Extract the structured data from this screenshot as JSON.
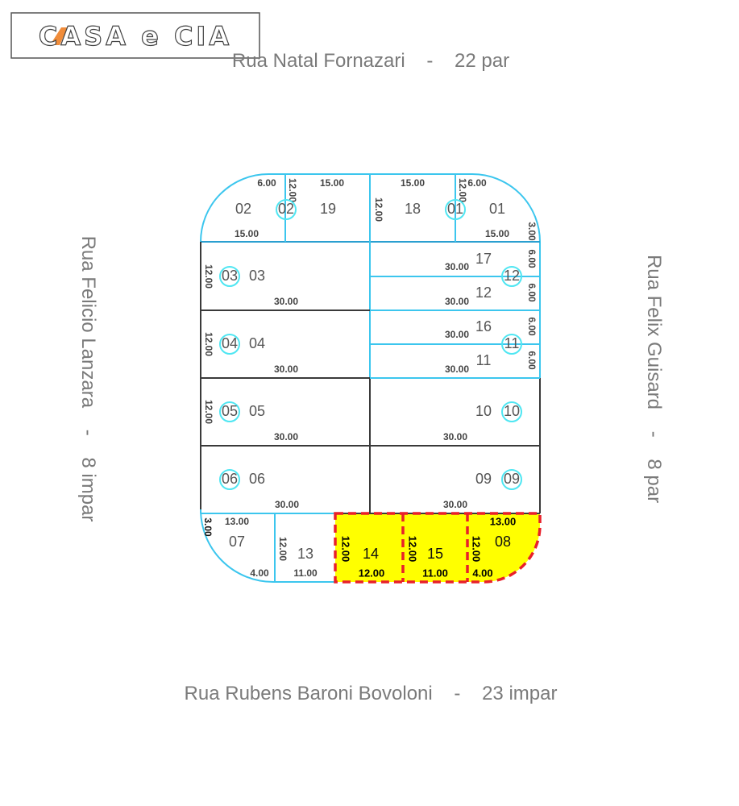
{
  "logo": {
    "text": "CASA e CIA",
    "accent_color": "#f08c3a"
  },
  "streets": {
    "top": "Rua Natal Fornazari    -    22 par",
    "bottom": "Rua Rubens Baroni Bovoloni    -    23 impar",
    "left": "Rua Felicio Lanzara    -    8 impar",
    "right": "Rua Felix Guisard    -    8 par"
  },
  "colors": {
    "highlight_fill": "#ffff00",
    "highlight_border": "#e8202a",
    "boundary": "#3cc6ee",
    "badge": "#4fe6f2"
  },
  "lots": [
    {
      "number": "02",
      "badge": "02",
      "top": "6.00",
      "side": "12.00",
      "bottom": "15.00"
    },
    {
      "number": "19",
      "top": "15.00"
    },
    {
      "number": "18",
      "top": "15.00",
      "side": "12.00"
    },
    {
      "number": "01",
      "badge": "01",
      "top": "6.00",
      "side": "12.00",
      "bottom": "15.00",
      "right": "3.00"
    },
    {
      "number": "03",
      "badge": "03",
      "side": "12.00",
      "bottom": "30.00"
    },
    {
      "number": "04",
      "badge": "04",
      "side": "12.00",
      "bottom": "30.00"
    },
    {
      "number": "05",
      "badge": "05",
      "side": "12.00",
      "bottom": "30.00"
    },
    {
      "number": "06",
      "badge": "06",
      "bottom": "30.00"
    },
    {
      "number": "17",
      "bottom": "30.00",
      "right": "6.00"
    },
    {
      "number": "12",
      "badge": "12",
      "bottom": "30.00",
      "right": "6.00"
    },
    {
      "number": "16",
      "bottom": "30.00",
      "right": "6.00"
    },
    {
      "number": "11",
      "badge": "11",
      "bottom": "30.00",
      "right": "6.00"
    },
    {
      "number": "10",
      "badge": "10",
      "bottom": "30.00"
    },
    {
      "number": "09",
      "badge": "09",
      "bottom": "30.00"
    },
    {
      "number": "07",
      "left": "3.00",
      "top": "13.00",
      "bottom": "4.00"
    },
    {
      "number": "13",
      "side": "12.00",
      "bottom": "11.00"
    },
    {
      "number": "14",
      "side": "12.00",
      "bottom": "12.00",
      "highlighted": true
    },
    {
      "number": "15",
      "side": "12.00",
      "bottom": "11.00",
      "highlighted": true
    },
    {
      "number": "08",
      "top": "13.00",
      "side": "12.00",
      "bottom": "4.00",
      "highlighted": true
    }
  ]
}
